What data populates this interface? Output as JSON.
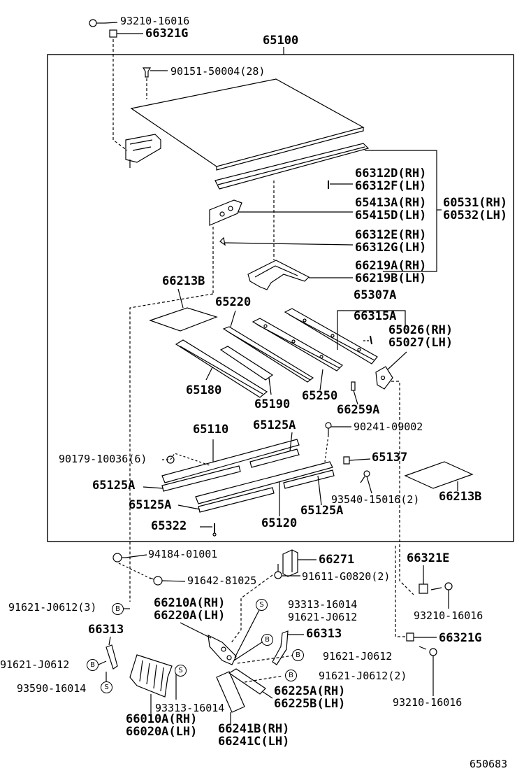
{
  "diagram": {
    "code": "650683",
    "parts": {
      "p93210_top": "93210-16016",
      "p66321g_top": "66321G",
      "p65100": "65100",
      "p90151": "90151-50004(28)",
      "p66312d": "66312D(RH)",
      "p66312f": "66312F(LH)",
      "p65413a": "65413A(RH)",
      "p65415d": "65415D(LH)",
      "p60531": "60531(RH)",
      "p60532": "60532(LH)",
      "p66312e": "66312E(RH)",
      "p66312g": "66312G(LH)",
      "p66219a": "66219A(RH)",
      "p66219b": "66219B(LH)",
      "p66213b_l": "66213B",
      "p65220": "65220",
      "p65307a": "65307A",
      "p66315a": "66315A",
      "p65026": "65026(RH)",
      "p65027": "65027(LH)",
      "p65180": "65180",
      "p65190": "65190",
      "p65250": "65250",
      "p66259a": "66259A",
      "p65110": "65110",
      "p65125a_1": "65125A",
      "p90241": "90241-09002",
      "p90179": "90179-10036(6)",
      "p65137": "65137",
      "p65125a_2": "65125A",
      "p93540": "93540-15016(2)",
      "p66213b_r": "66213B",
      "p65125a_3": "65125A",
      "p65125a_4": "65125A",
      "p65322": "65322",
      "p65120": "65120",
      "p94184": "94184-01001",
      "p66271": "66271",
      "p91642": "91642-81025",
      "p91611": "91611-G0820(2)",
      "p66321e": "66321E",
      "p91621_3": "91621-J0612(3)",
      "p66210a": "66210A(RH)",
      "p66220a": "66220A(LH)",
      "p93313_a": "93313-16014",
      "p91621_a": "91621-J0612",
      "p93210_r1": "93210-16016",
      "p66313_l": "66313",
      "p66313_r": "66313",
      "p66321g_r": "66321G",
      "p91621_l": "91621-J0612",
      "p91621_b": "91621-J0612",
      "p93590": "93590-16014",
      "p93313_b": "93313-16014",
      "p91621_2": "91621-J0612(2)",
      "p66225a": "66225A(RH)",
      "p66225b": "66225B(LH)",
      "p93210_r2": "93210-16016",
      "p66010a": "66010A(RH)",
      "p66020a": "66020A(LH)",
      "p66241b": "66241B(RH)",
      "p66241c": "66241C(LH)"
    },
    "markers": {
      "b": "B",
      "s": "S"
    }
  }
}
